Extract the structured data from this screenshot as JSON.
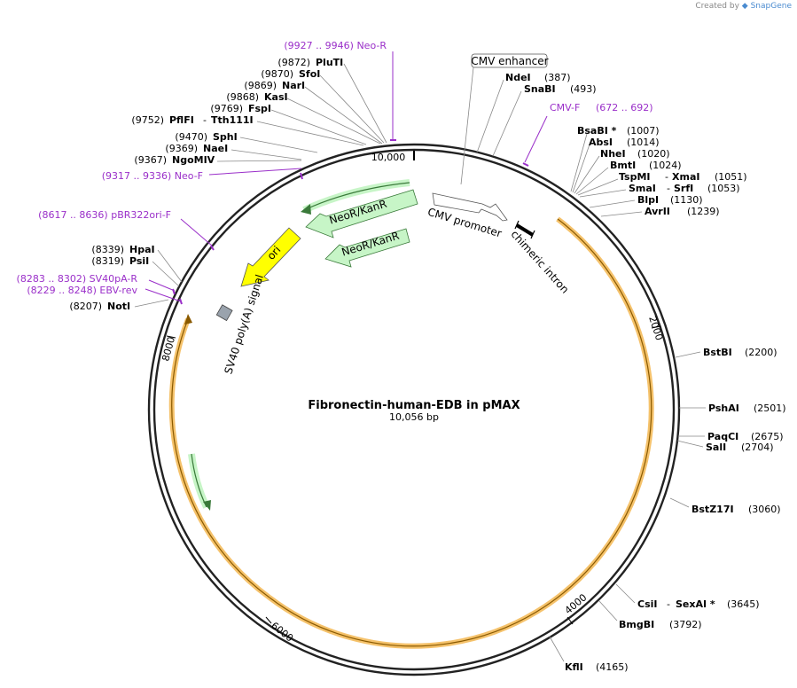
{
  "watermark": {
    "prefix": "Created by",
    "brand": "SnapGene"
  },
  "plasmid": {
    "name": "Fibronectin-human-EDB in pMAX",
    "size_label": "10,056 bp",
    "length": 10056
  },
  "ticks": [
    {
      "bp": 10000,
      "label": "10,000"
    },
    {
      "bp": 2000,
      "label": "2000"
    },
    {
      "bp": 4000,
      "label": "4000"
    },
    {
      "bp": 6000,
      "label": "6000"
    },
    {
      "bp": 8000,
      "label": "8000"
    }
  ],
  "enzymes_left": [
    {
      "name": "PluTI",
      "pos": "(9872)"
    },
    {
      "name": "SfoI",
      "pos": "(9870)"
    },
    {
      "name": "NarI",
      "pos": "(9869)"
    },
    {
      "name": "KasI",
      "pos": "(9868)"
    },
    {
      "name": "FspI",
      "pos": "(9769)"
    },
    {
      "name": "PflFI",
      "name2": "Tth111I",
      "pos": "(9752)"
    },
    {
      "name": "SphI",
      "pos": "(9470)"
    },
    {
      "name": "NaeI",
      "pos": "(9369)"
    },
    {
      "name": "NgoMIV",
      "pos": "(9367)"
    },
    {
      "name": "HpaI",
      "pos": "(8339)"
    },
    {
      "name": "PsiI",
      "pos": "(8319)"
    },
    {
      "name": "NotI",
      "pos": "(8207)"
    }
  ],
  "enzymes_right": [
    {
      "name": "NdeI",
      "pos": "(387)"
    },
    {
      "name": "SnaBI",
      "pos": "(493)"
    },
    {
      "name": "BsaBI *",
      "pos": "(1007)"
    },
    {
      "name": "AbsI",
      "pos": "(1014)"
    },
    {
      "name": "NheI",
      "pos": "(1020)"
    },
    {
      "name": "BmtI",
      "pos": "(1024)"
    },
    {
      "name": "TspMI",
      "name2": "XmaI",
      "pos": "(1051)"
    },
    {
      "name": "SmaI",
      "name2": "SrfI",
      "pos": "(1053)"
    },
    {
      "name": "BlpI",
      "pos": "(1130)"
    },
    {
      "name": "AvrII",
      "pos": "(1239)"
    },
    {
      "name": "BstBI",
      "pos": "(2200)"
    },
    {
      "name": "PshAI",
      "pos": "(2501)"
    },
    {
      "name": "PaqCI",
      "pos": "(2675)"
    },
    {
      "name": "SalI",
      "pos": "(2704)"
    },
    {
      "name": "BstZ17I",
      "pos": "(3060)"
    },
    {
      "name": "CsiI",
      "name2": "SexAI *",
      "pos": "(3645)"
    },
    {
      "name": "BmgBI",
      "pos": "(3792)"
    },
    {
      "name": "KflI",
      "pos": "(4165)"
    }
  ],
  "primers": [
    {
      "range": "(9927 .. 9946)",
      "name": "Neo-R"
    },
    {
      "range": "(672 .. 692)",
      "name": "CMV-F"
    },
    {
      "range": "(9317 .. 9336)",
      "name": "Neo-F"
    },
    {
      "range": "(8617 .. 8636)",
      "name": "pBR322ori-F"
    },
    {
      "range": "(8283 .. 8302)",
      "name": "SV40pA-R"
    },
    {
      "range": "(8229 .. 8248)",
      "name": "EBV-rev"
    }
  ],
  "features": {
    "cmv_enhancer": "CMV enhancer",
    "cmv_promoter": "CMV promoter",
    "chimeric_intron": "chimeric intron",
    "neo1": "NeoR/KanR",
    "neo2": "NeoR/KanR",
    "ori": "ori",
    "sv40": "SV40 poly(A) signal"
  },
  "colors": {
    "backbone": "#222222",
    "orf_fill": "#f5c26b",
    "orf_stroke": "#8a5a00",
    "neo_fill": "#c7f5c7",
    "neo_stroke": "#3a7a3a",
    "ori_fill": "#ffff00",
    "primer": "#9a2fc9",
    "polyA": "#9aa3ad"
  }
}
